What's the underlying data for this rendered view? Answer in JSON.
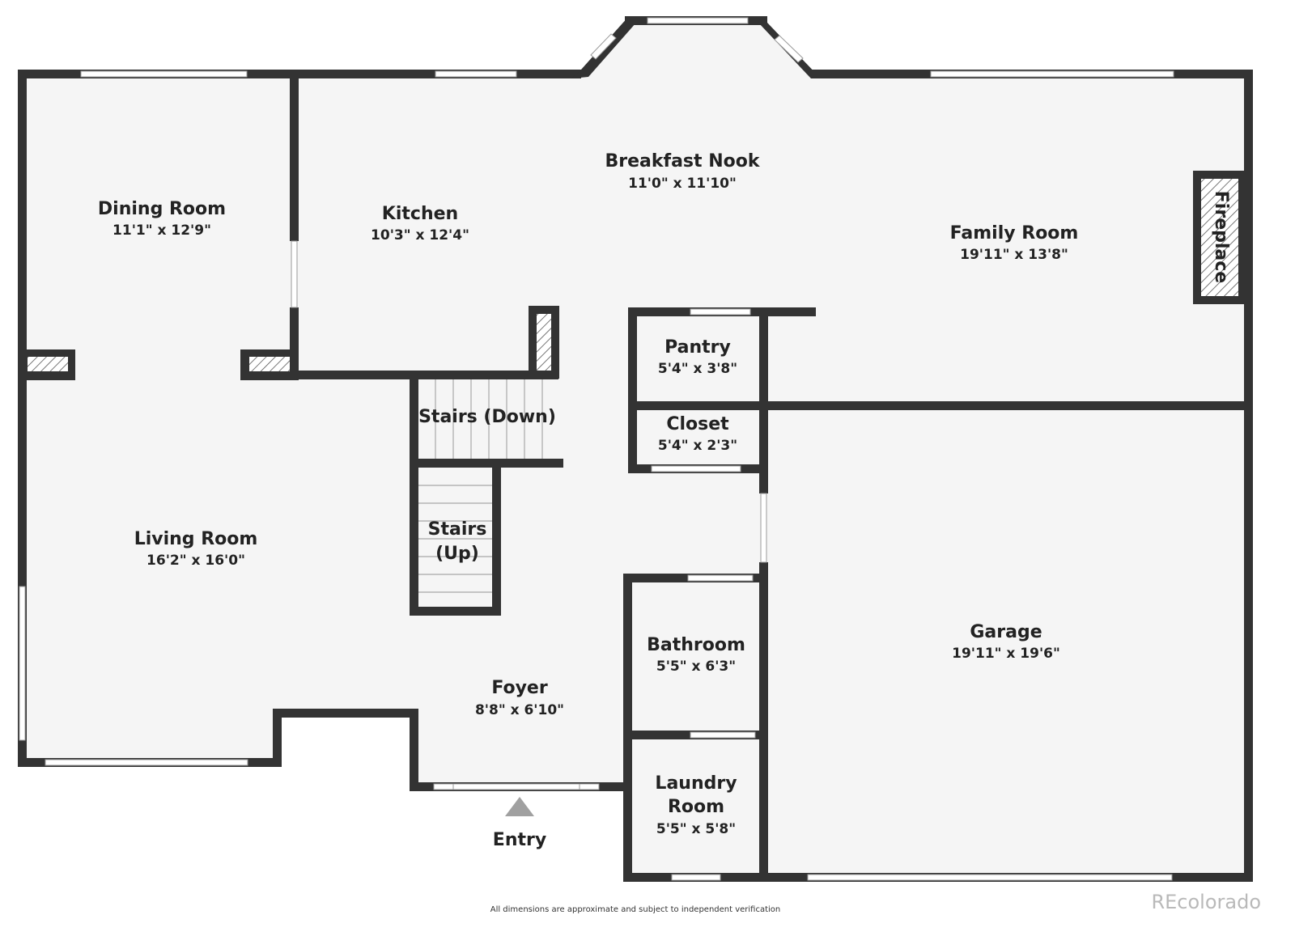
{
  "rooms": {
    "dining_room": {
      "name": "Dining Room",
      "dims": "11'1\" x 12'9\""
    },
    "kitchen": {
      "name": "Kitchen",
      "dims": "10'3\" x 12'4\""
    },
    "breakfast_nook": {
      "name": "Breakfast Nook",
      "dims": "11'0\" x 11'10\""
    },
    "family_room": {
      "name": "Family Room",
      "dims": "19'11\" x 13'8\""
    },
    "pantry": {
      "name": "Pantry",
      "dims": "5'4\" x 3'8\""
    },
    "closet": {
      "name": "Closet",
      "dims": "5'4\" x 2'3\""
    },
    "living_room": {
      "name": "Living Room",
      "dims": "16'2\" x 16'0\""
    },
    "stairs_down": {
      "name": "Stairs (Down)"
    },
    "stairs_up": {
      "name_line1": "Stairs",
      "name_line2": "(Up)"
    },
    "bathroom": {
      "name": "Bathroom",
      "dims": "5'5\" x 6'3\""
    },
    "garage": {
      "name": "Garage",
      "dims": "19'11\" x 19'6\""
    },
    "foyer": {
      "name": "Foyer",
      "dims": "8'8\" x 6'10\""
    },
    "laundry_room": {
      "name_line1": "Laundry",
      "name_line2": "Room",
      "dims": "5'5\" x 5'8\""
    }
  },
  "fireplace_label": "Fireplace",
  "entry_label": "Entry",
  "disclaimer": "All dimensions are approximate and subject to independent verification",
  "brand": "REcolorado",
  "colors": {
    "wall": "#333333",
    "floor": "#f5f5f5",
    "brand": "#b9b9b9",
    "entry_arrow": "#a0a0a0"
  }
}
